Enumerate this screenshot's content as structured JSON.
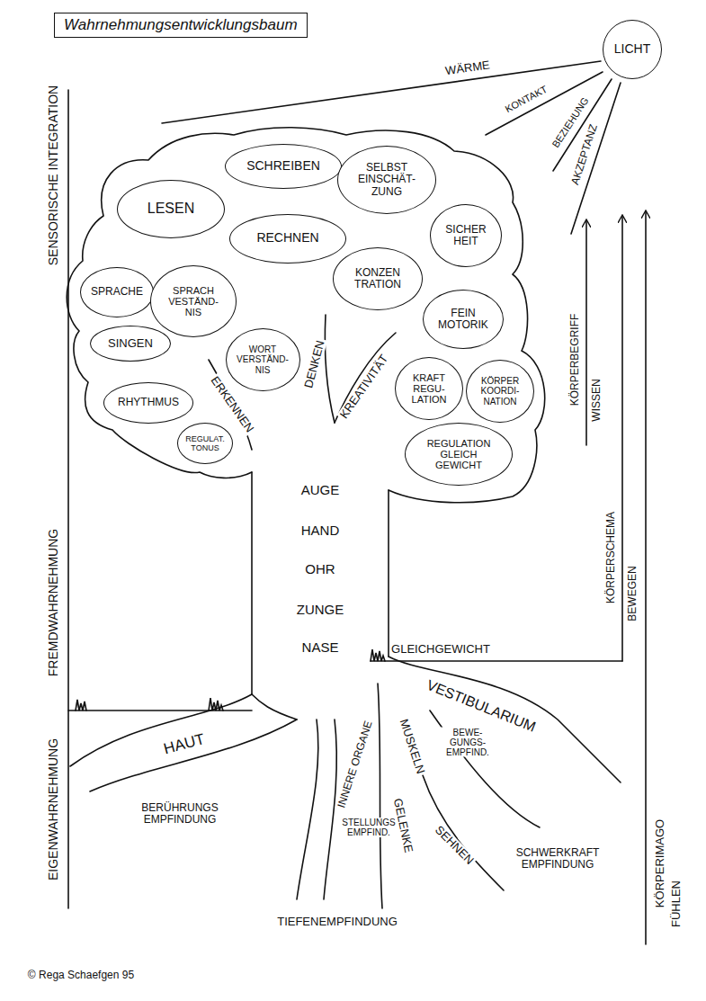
{
  "diagram": {
    "title": "Wahrnehmungsentwicklungsbaum",
    "nodes": [
      {
        "text": [
          "LICHT"
        ]
      },
      {
        "text": [
          "SCHREIBEN"
        ]
      },
      {
        "text": [
          "LESEN"
        ]
      },
      {
        "text": [
          "SELBST EINSCHÄT- ZUNG"
        ]
      },
      {
        "text": [
          "RECHNEN"
        ]
      },
      {
        "text": [
          "SICHER HEIT"
        ]
      },
      {
        "text": [
          "SPRACHE"
        ]
      },
      {
        "text": [
          "SPRACH VESTÄND- NIS"
        ]
      },
      {
        "text": [
          "KONZEN TRATION"
        ]
      },
      {
        "text": [
          "FEIN MOTORIK"
        ]
      },
      {
        "text": [
          "WORT VERSTÄND- NIS"
        ]
      },
      {
        "text": [
          "SINGEN"
        ]
      },
      {
        "text": [
          "RHYTHMUS"
        ]
      },
      {
        "text": [
          "KRAFT REGU- LATION"
        ]
      },
      {
        "text": [
          "KÖRPER KOORDI- NATION"
        ]
      },
      {
        "text": [
          "REGULAT. TONUS"
        ]
      },
      {
        "text": [
          "REGULATION GLEICH GEWICHT"
        ]
      }
    ],
    "labels": [
      "WÄRME",
      "KONTAKT",
      "BEZIEHUNG",
      "AKZEPTANZ",
      "SENSORISCHE INTEGRATION",
      "ERKENNEN",
      "DENKEN",
      "KREATIVITÄT",
      "KÖRPERBEGRIFF",
      "WISSEN",
      "AUGE",
      "HAND",
      "OHR",
      "ZUNGE",
      "NASE",
      "FREMDWAHRNEHMUNG",
      "KÖRPERSCHEMA",
      "BEWEGEN",
      "GLEICHGEWICHT",
      "EIGENWAHRNEHMUNG",
      "HAUT",
      "VESTIBULARIUM",
      "BEWE- GUNGS- EMPFIND.",
      "MUSKELN",
      "INNERE ORGANE",
      "BERÜHRUNGS EMPFINDUNG",
      "STELLUNGS EMPFIND.",
      "GELENKE",
      "SEHNEN",
      "SCHWERKRAFT EMPFINDUNG",
      "KÖRPERIMAGO",
      "FÜHLEN",
      "TIEFENEMPFINDUNG",
      "© Rega Schaefgen 95"
    ]
  }
}
